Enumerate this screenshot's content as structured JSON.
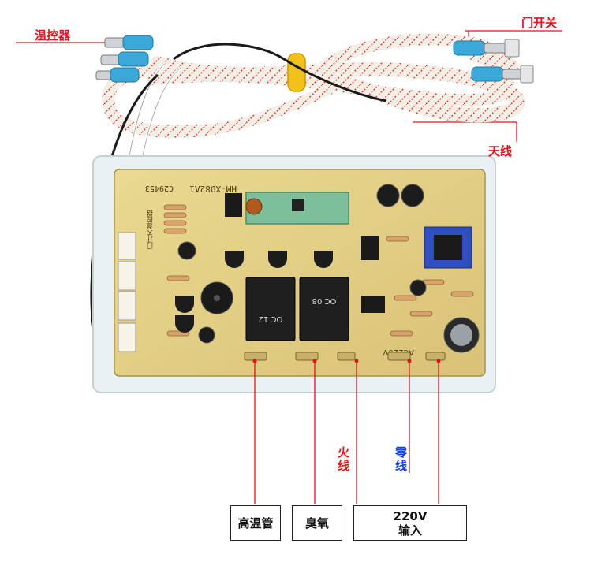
{
  "callouts": {
    "thermostat": "温控器",
    "door_switch": "门开关",
    "antenna": "天线",
    "live_wire": [
      "火",
      "线"
    ],
    "neutral_wire": [
      "零",
      "线"
    ]
  },
  "output_boxes": {
    "heater_tube": "高温管",
    "ozone": "臭氧",
    "power_line1": "220V",
    "power_line2": "输入"
  },
  "board_markings": {
    "model": "HM-XD82A1",
    "code": "C29453",
    "ac_input": "AC220V",
    "relay1": "OC 12",
    "relay2": "OC 08",
    "side_label1": "温控器",
    "side_label2": "门开关"
  },
  "colors": {
    "callout_red": "#e8111a",
    "callout_blue": "#1240d8",
    "pcb": "#e4d189",
    "relay": "#1f1f1f",
    "wire_sleeve": "#f3eee6",
    "wire_stitch": "#d9352a"
  }
}
